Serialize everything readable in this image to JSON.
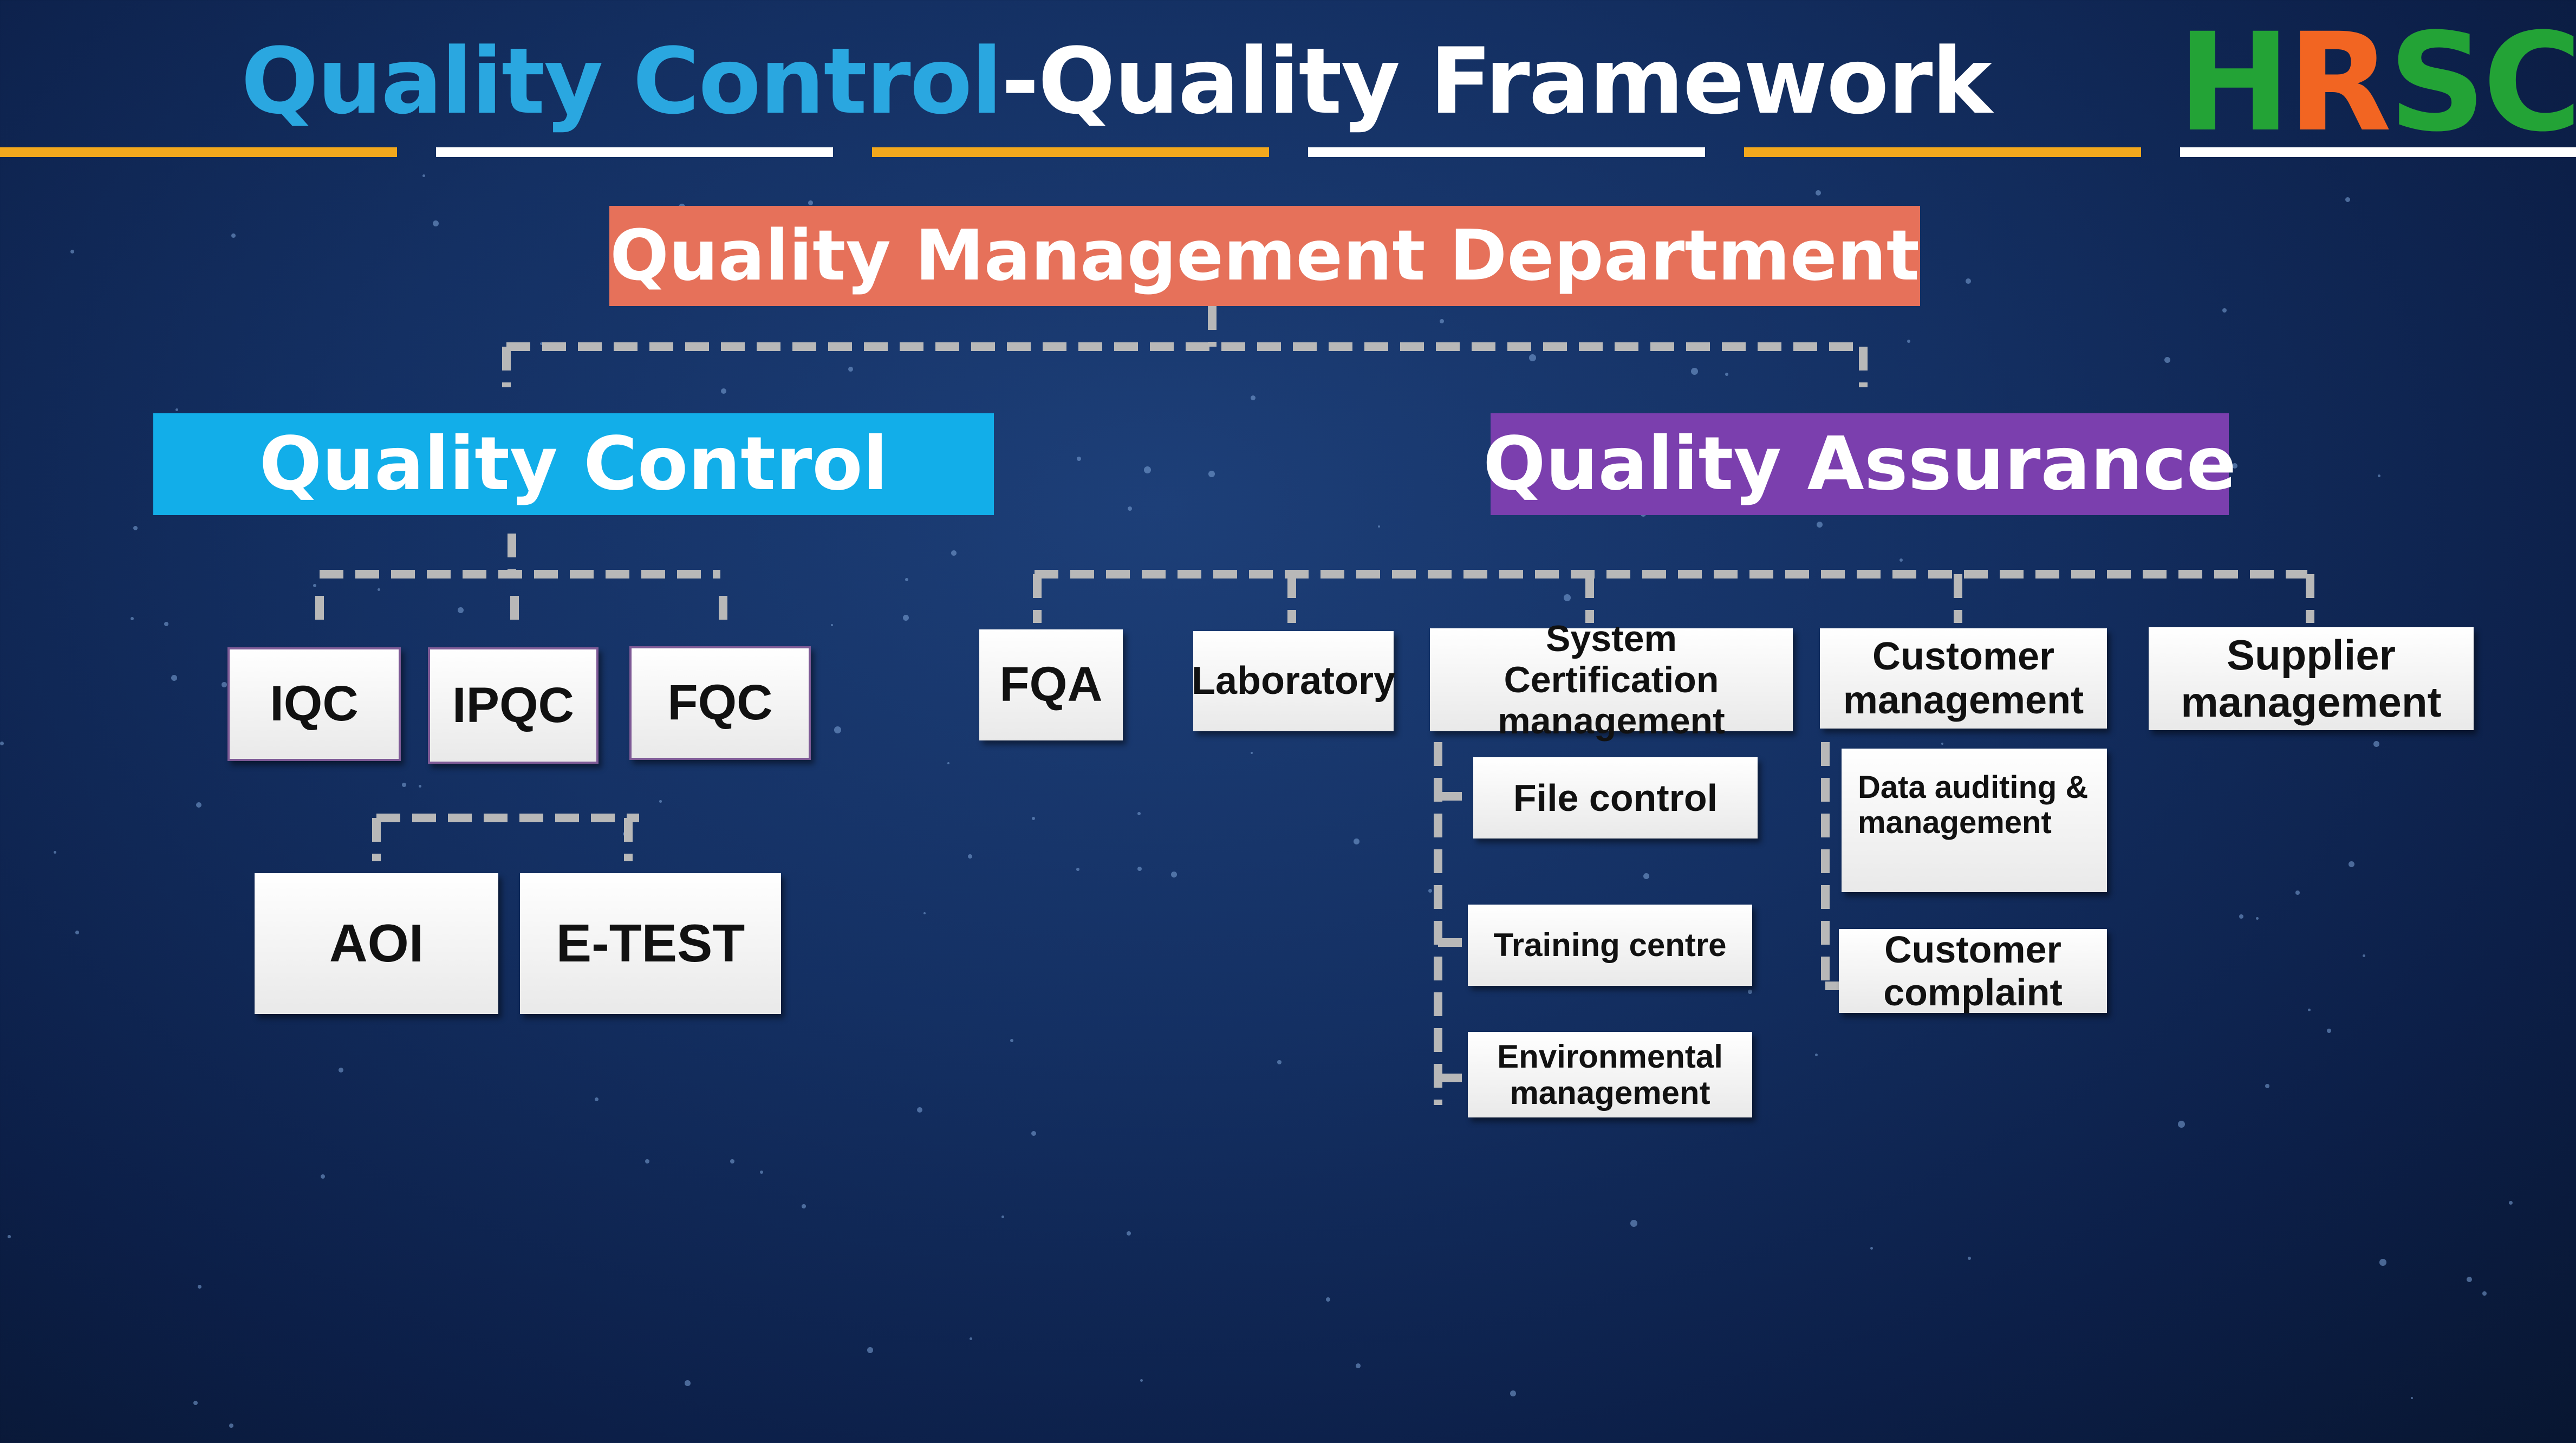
{
  "title": {
    "part1": "Quality Control",
    "part2": "-Quality Framework"
  },
  "logo": {
    "letters_green": "H",
    "letters_orange": "R",
    "letters_green2": "SC"
  },
  "colors": {
    "title_accent": "#2aa7e0",
    "rule_gold": "#f2a81d",
    "rule_white": "#ffffff",
    "qmd": "#e6715a",
    "qc": "#12aee9",
    "qa": "#7b3fae",
    "connector": "#b8b8b8"
  },
  "diagram": {
    "root": "Quality Management Department",
    "qc": {
      "label": "Quality Control",
      "children": [
        "IQC",
        "IPQC",
        "FQC"
      ],
      "sub": [
        "AOI",
        "E-TEST"
      ]
    },
    "qa": {
      "label": "Quality Assurance",
      "children": [
        "FQA",
        "Laboratory",
        "System Certification management",
        "Customer management",
        "Supplier management"
      ],
      "system_sub": [
        "File control",
        "Training centre",
        "Environmental management"
      ],
      "customer_sub": [
        "Data auditing & management",
        "Customer complaint"
      ]
    }
  }
}
